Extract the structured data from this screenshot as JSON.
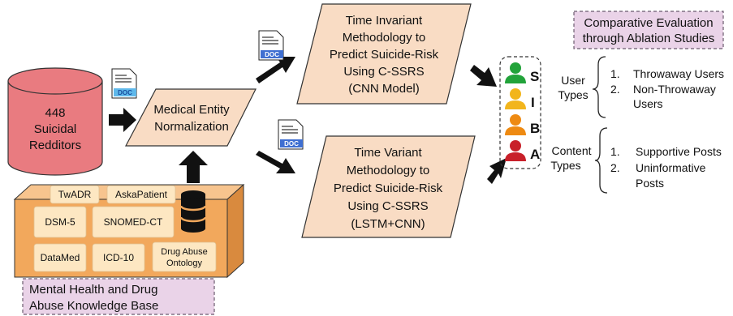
{
  "eval_box": {
    "line1": "Comparative Evaluation",
    "line2": "through Ablation Studies"
  },
  "cylinder": {
    "line1": "448",
    "line2": "Suicidal",
    "line3": "Redditors"
  },
  "normalization": {
    "line1": "Medical Entity",
    "line2": "Normalization"
  },
  "time_invariant": {
    "lines": [
      "Time Invariant",
      "Methodology to",
      "Predict Suicide-Risk",
      "Using C-SSRS",
      "(CNN Model)"
    ]
  },
  "time_variant": {
    "lines": [
      "Time Variant",
      "Methodology to",
      "Predict Suicide-Risk",
      "Using C-SSRS",
      "(LSTM+CNN)"
    ]
  },
  "doc_label": "DOC",
  "risk_levels": [
    {
      "letter": "S",
      "color": "#22a33a"
    },
    {
      "letter": "I",
      "color": "#f2b51c"
    },
    {
      "letter": "B",
      "color": "#ee8a12"
    },
    {
      "letter": "A",
      "color": "#c8202a"
    }
  ],
  "user_types": {
    "label_line1": "User",
    "label_line2": "Types",
    "items": [
      {
        "num": "1.",
        "line1": "Throwaway Users",
        "line2": ""
      },
      {
        "num": "2.",
        "line1": "Non-Throwaway",
        "line2": "Users"
      }
    ]
  },
  "content_types": {
    "label_line1": "Content",
    "label_line2": "Types",
    "items": [
      {
        "num": "1.",
        "line1": "Supportive Posts",
        "line2": ""
      },
      {
        "num": "2.",
        "line1": "Uninformative",
        "line2": "Posts"
      }
    ]
  },
  "knowledge_sources": [
    "TwADR",
    "AskaPatient",
    "DSM-5",
    "SNOMED-CT",
    "DataMed",
    "ICD-10",
    "Drug Abuse",
    "Ontology"
  ],
  "knowledge_base": {
    "line1": "Mental Health and Drug",
    "line2": "Abuse Knowledge Base"
  },
  "colors": {
    "cylinder": "#e97b80",
    "parallelogram": "#f9dcc4",
    "eval_box": "#ead3e8",
    "kb_box": "#f2a85c",
    "kb_tile": "#fde7c2"
  }
}
